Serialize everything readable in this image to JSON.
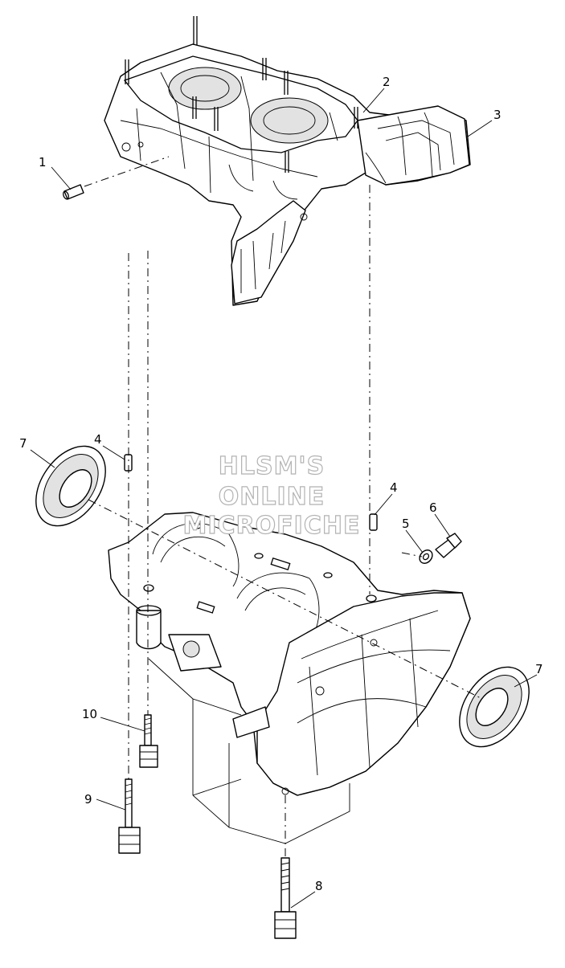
{
  "watermark": {
    "line1": "HLSM'S",
    "line2": "ONLINE",
    "line3": "MICROFICHE"
  },
  "callouts": [
    {
      "id": "1",
      "part": "dowel-pin"
    },
    {
      "id": "2",
      "part": "stud"
    },
    {
      "id": "3",
      "part": "crankcase-upper"
    },
    {
      "id": "4",
      "part": "dowel-pin-left"
    },
    {
      "id": "4",
      "part": "dowel-pin-right"
    },
    {
      "id": "5",
      "part": "washer"
    },
    {
      "id": "6",
      "part": "drain-plug"
    },
    {
      "id": "7",
      "part": "oil-seal-left"
    },
    {
      "id": "7",
      "part": "oil-seal-right"
    },
    {
      "id": "8",
      "part": "bolt-long-bottom"
    },
    {
      "id": "9",
      "part": "bolt-left"
    },
    {
      "id": "10",
      "part": "bolt-short"
    }
  ],
  "colors": {
    "line": "#000000",
    "paper": "#ffffff",
    "watermark_stroke": "#b3b3b3"
  }
}
